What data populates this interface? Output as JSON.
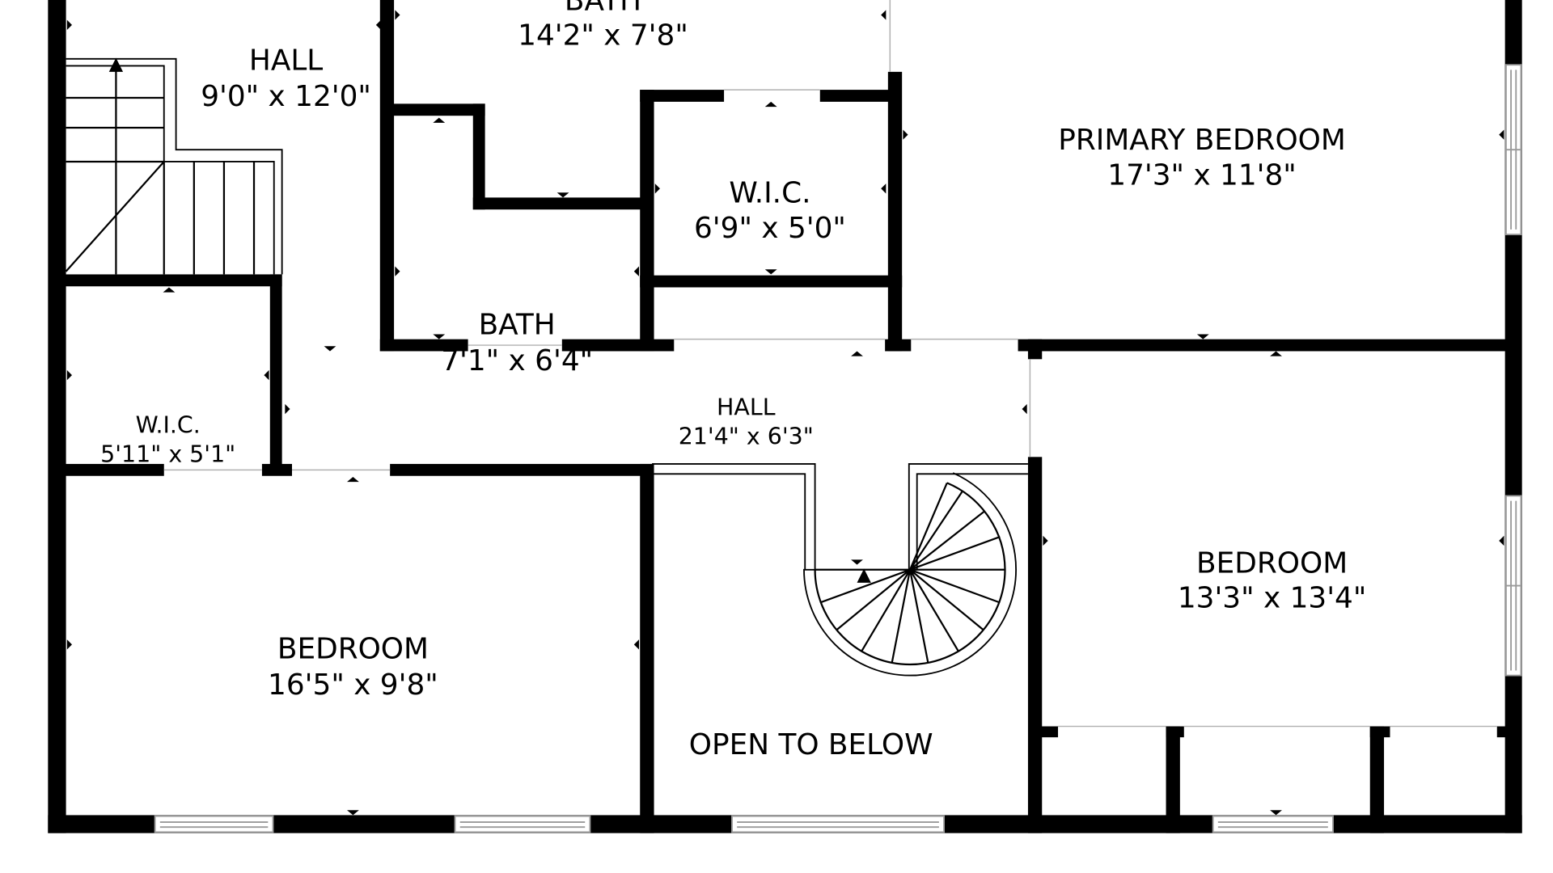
{
  "rooms": {
    "bath_top": {
      "name": "BATH",
      "dims": "14'2\" x 7'8\""
    },
    "hall_top": {
      "name": "HALL",
      "dims": "9'0\" x 12'0\""
    },
    "primary_bedroom": {
      "name": "PRIMARY BEDROOM",
      "dims": "17'3\" x 11'8\""
    },
    "wic_center": {
      "name": "W.I.C.",
      "dims": "6'9\" x 5'0\""
    },
    "bath_small": {
      "name": "BATH",
      "dims": "7'1\" x 6'4\""
    },
    "wic_left": {
      "name": "W.I.C.",
      "dims": "5'11\" x 5'1\""
    },
    "hall_main": {
      "name": "HALL",
      "dims": "21'4\" x 6'3\""
    },
    "bedroom_left": {
      "name": "BEDROOM",
      "dims": "16'5\" x 9'8\""
    },
    "bedroom_right": {
      "name": "BEDROOM",
      "dims": "13'3\" x 13'4\""
    },
    "open_to_below": {
      "name": "OPEN TO BELOW"
    }
  },
  "colors": {
    "wall": "#000000",
    "window_frame": "#9a9a9a",
    "background": "#ffffff"
  }
}
